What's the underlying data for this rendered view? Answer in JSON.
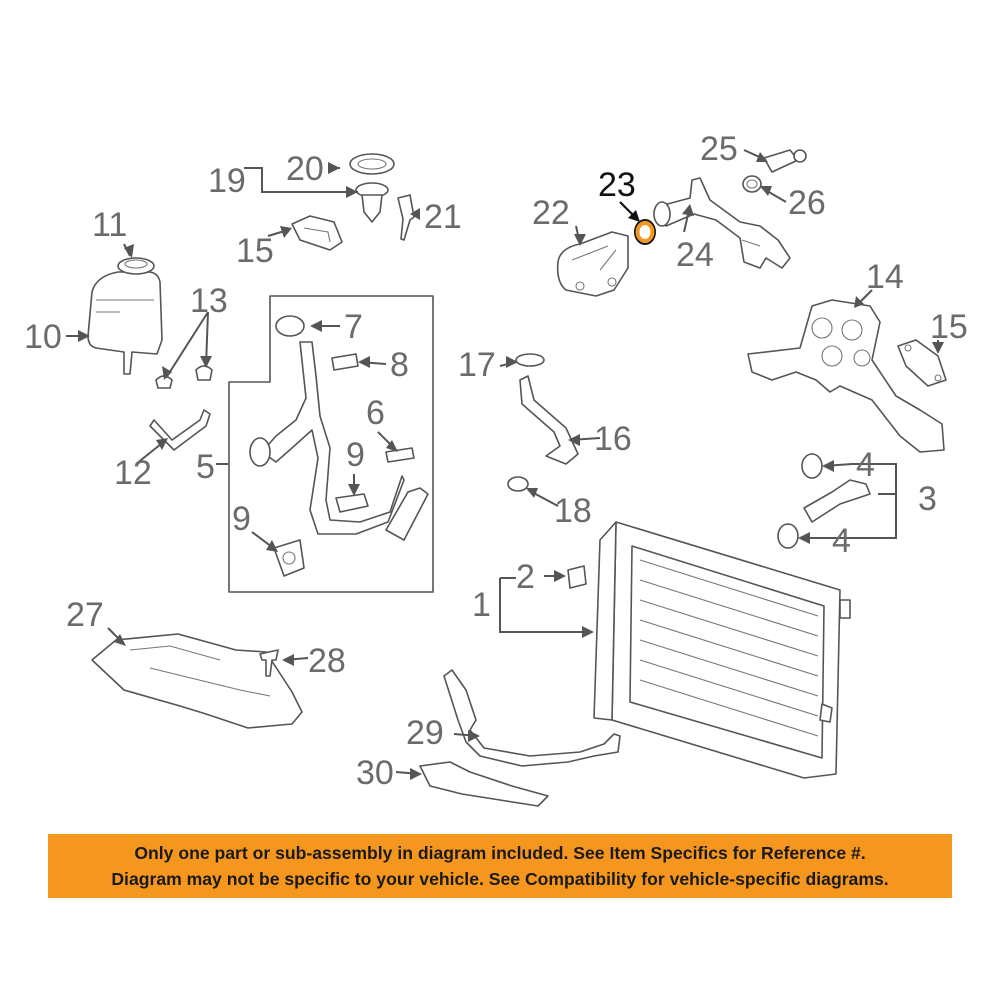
{
  "callouts": {
    "c1": "1",
    "c2": "2",
    "c3": "3",
    "c4a": "4",
    "c4b": "4",
    "c5": "5",
    "c6": "6",
    "c7": "7",
    "c8": "8",
    "c9a": "9",
    "c9b": "9",
    "c10": "10",
    "c11": "11",
    "c12": "12",
    "c13": "13",
    "c14": "14",
    "c15a": "15",
    "c15b": "15",
    "c16": "16",
    "c17": "17",
    "c18": "18",
    "c19": "19",
    "c20": "20",
    "c21": "21",
    "c22": "22",
    "c23": "23",
    "c24": "24",
    "c25": "25",
    "c26": "26",
    "c27": "27",
    "c28": "28",
    "c29": "29",
    "c30": "30"
  },
  "highlighted_part": "23",
  "colors": {
    "highlight": "#f5961e",
    "banner": "#f5961e",
    "linework": "#555555"
  },
  "notice": {
    "line1": "Only one part or sub-assembly in diagram included. See Item Specifics for Reference #.",
    "line2": "Diagram may not be specific to your vehicle. See Compatibility for vehicle-specific diagrams."
  }
}
